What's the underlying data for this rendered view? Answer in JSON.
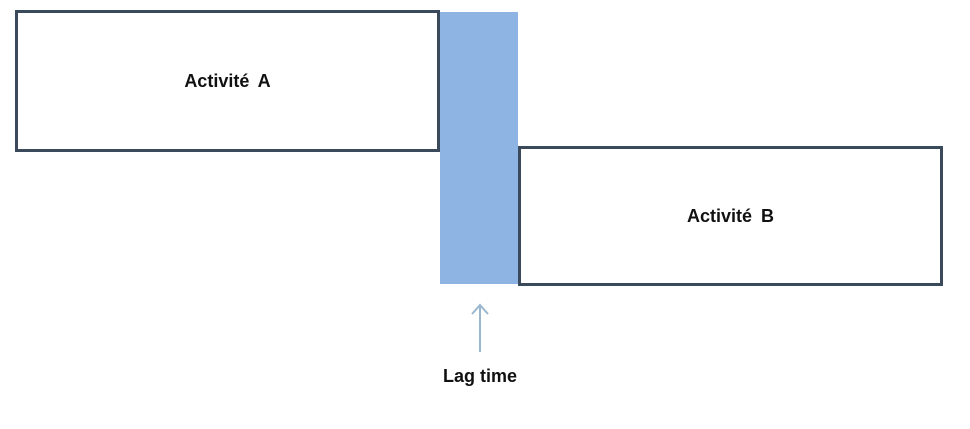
{
  "activities": {
    "a": {
      "label": "Activité A"
    },
    "b": {
      "label": "Activité B"
    }
  },
  "lag": {
    "label": "Lag time",
    "bar_color": "#8eb4e3",
    "arrow_color": "#9bb7cf"
  },
  "colors": {
    "box_border": "#3b4a5a",
    "text": "#111111"
  },
  "icons": {
    "arrow": "up-arrow-icon"
  }
}
